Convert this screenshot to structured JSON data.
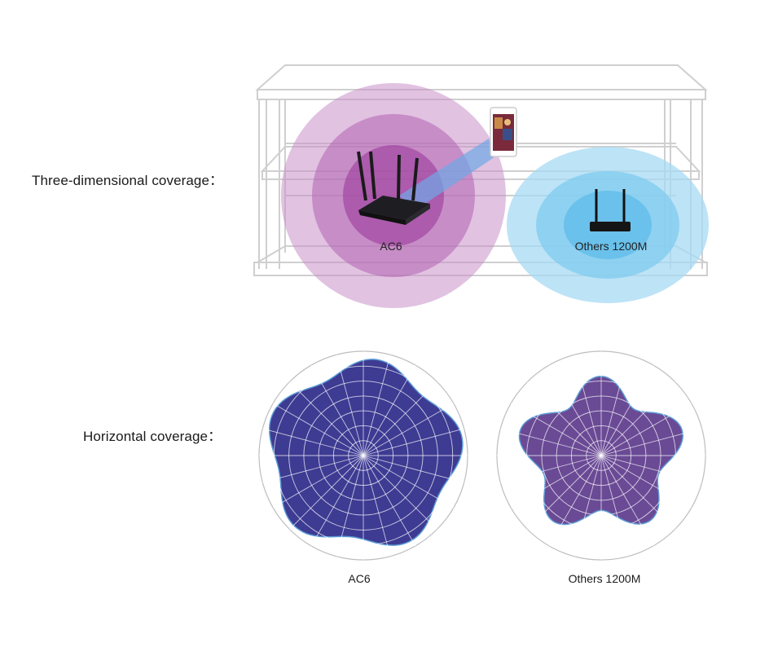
{
  "rows": {
    "three_d_label": "Three-dimensional coverage：",
    "horizontal_label": "Horizontal coverage："
  },
  "three_d": {
    "left_caption": "AC6",
    "right_caption": "Others 1200M",
    "left_color": "#b45bb4",
    "right_color": "#63c3ea"
  },
  "horizontal": {
    "left_caption": "AC6",
    "right_caption": "Others 1200M",
    "left_fill": "#3e3b93",
    "right_fill": "#6a4a95",
    "outline": "#5b9bd5"
  },
  "icons": [
    "router-icon",
    "phone-icon"
  ]
}
